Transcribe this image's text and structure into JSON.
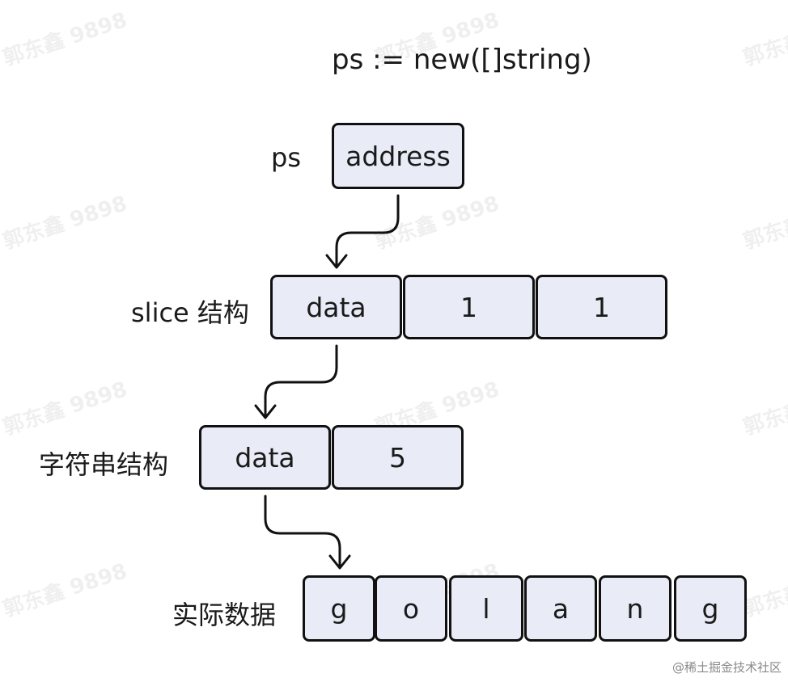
{
  "title": "ps := new([]string)",
  "watermark": "郭东鑫 9898",
  "credit": "@稀土掘金技术社区",
  "rows": {
    "ps": {
      "label": "ps",
      "cells": [
        "address"
      ]
    },
    "slice": {
      "label": "slice 结构",
      "cells": [
        "data",
        "1",
        "1"
      ]
    },
    "string": {
      "label": "字符串结构",
      "cells": [
        "data",
        "5"
      ]
    },
    "actual": {
      "label": "实际数据",
      "cells": [
        "g",
        "o",
        "l",
        "a",
        "n",
        "g"
      ]
    }
  },
  "colors": {
    "cell_fill": "#e9ecf7",
    "border": "#111111"
  }
}
